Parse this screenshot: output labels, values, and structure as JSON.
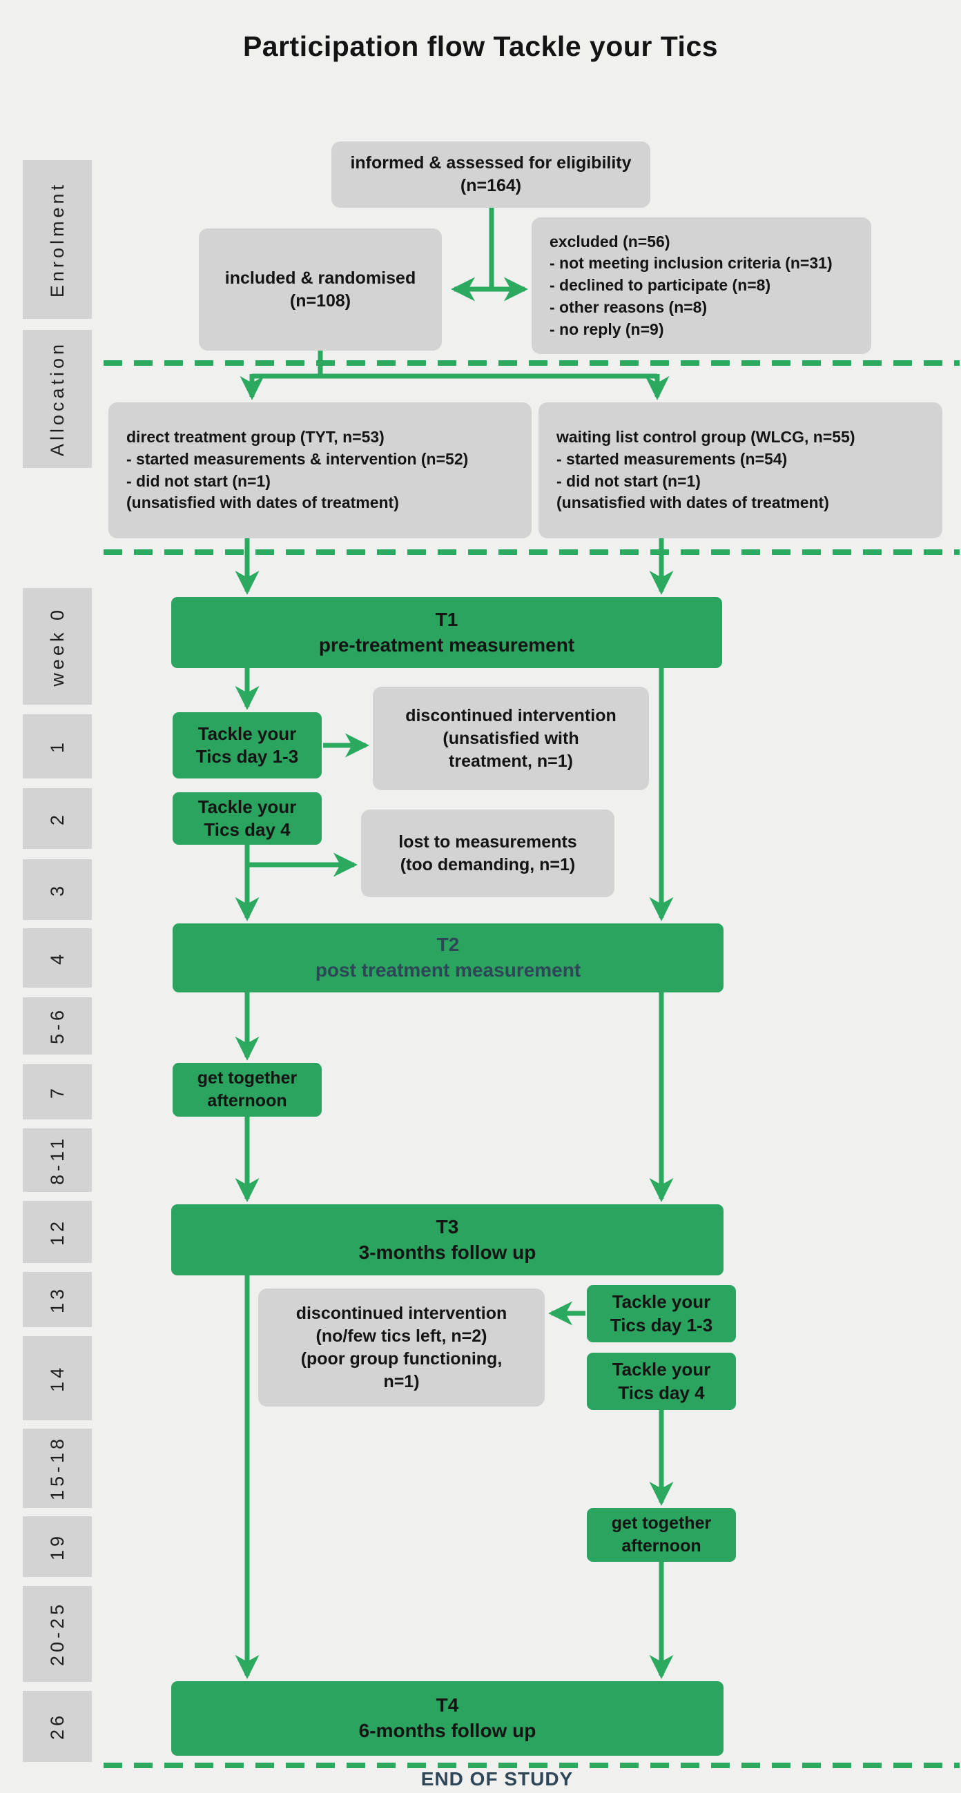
{
  "title": "Participation flow Tackle your Tics",
  "colors": {
    "background": "#f0f0ef",
    "box_gray": "#d3d3d3",
    "green": "#2aa45e",
    "line_green": "#2aa95f",
    "slate": "#2f4558",
    "ink": "#141414",
    "sidebar_text": "#1f1f1f"
  },
  "sidebar": {
    "items": [
      "Enrolment",
      "Allocation",
      "week 0",
      "1",
      "2",
      "3",
      "4",
      "5-6",
      "7",
      "8-11",
      "12",
      "13",
      "14",
      "15-18",
      "19",
      "20-25",
      "26"
    ]
  },
  "nodes": {
    "eligibility": {
      "label": "informed & assessed for eligibility\n(n=164)"
    },
    "included": {
      "label": "included & randomised\n(n=108)"
    },
    "excluded": {
      "label": "excluded (n=56)\n- not meeting inclusion criteria (n=31)\n- declined to participate  (n=8)\n- other reasons (n=8)\n- no reply (n=9)"
    },
    "direct_treatment": {
      "label": "direct treatment group (TYT, n=53)\n- started measurements & intervention (n=52)\n- did not start (n=1)\n(unsatisfied with dates of treatment)"
    },
    "waiting_list": {
      "label": "waiting list control group (WLCG, n=55)\n- started measurements (n=54)\n- did not start  (n=1)\n(unsatisfied with dates of treatment)"
    },
    "t1": {
      "label": "T1\npre-treatment measurement"
    },
    "tyt_day13_left": {
      "label": "Tackle your\nTics day 1-3"
    },
    "discontinued_1": {
      "label": "discontinued intervention\n(unsatisfied with\ntreatment, n=1)"
    },
    "tyt_day4_left": {
      "label": "Tackle your\nTics day 4"
    },
    "lost_to_measurements": {
      "label": "lost to measurements\n(too demanding, n=1)"
    },
    "t2": {
      "label": "T2\npost treatment measurement"
    },
    "get_together_left": {
      "label": "get together\nafternoon"
    },
    "t3": {
      "label": "T3\n3-months follow up"
    },
    "discontinued_2": {
      "label": "discontinued intervention\n(no/few tics left, n=2)\n(poor group functioning,\nn=1)"
    },
    "tyt_day13_right": {
      "label": "Tackle your\nTics day 1-3"
    },
    "tyt_day4_right": {
      "label": "Tackle your\nTics day 4"
    },
    "get_together_right": {
      "label": "get together\nafternoon"
    },
    "t4": {
      "label": "T4\n6-months follow up"
    }
  },
  "footer": {
    "end_of_study": "END OF STUDY"
  }
}
